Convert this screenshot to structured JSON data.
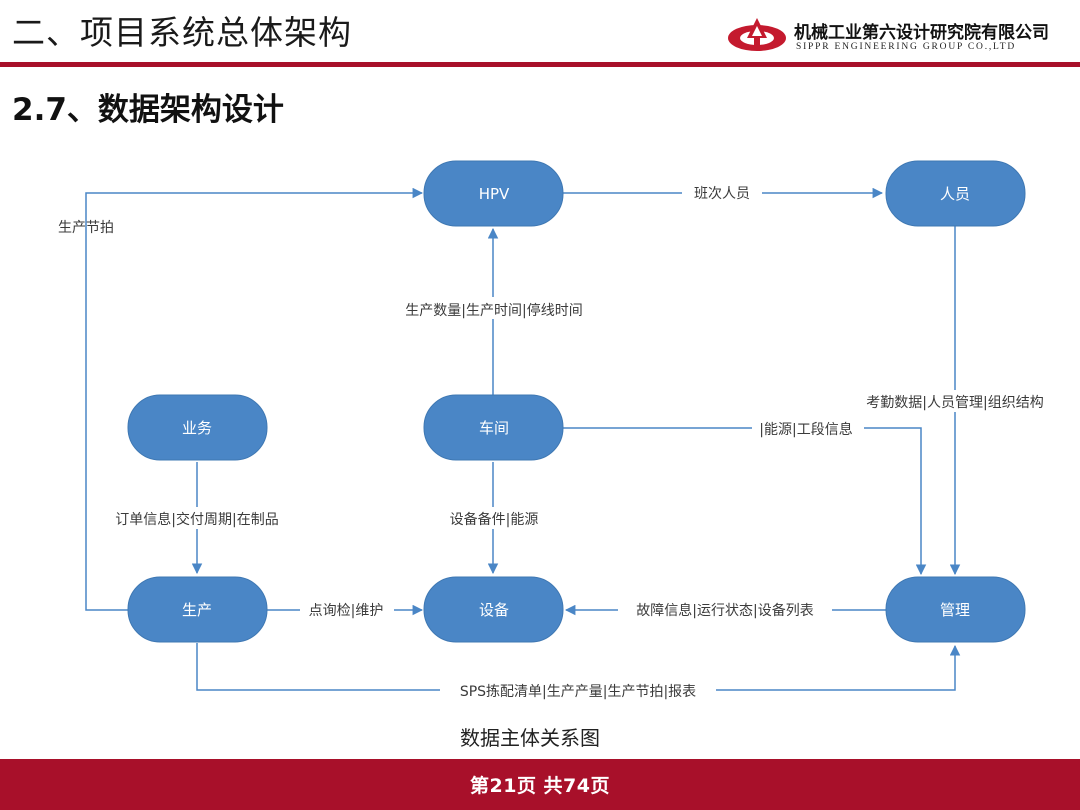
{
  "header": {
    "section_title": "二、项目系统总体架构",
    "company_name_cn": "机械工业第六设计研究院有限公司",
    "company_name_en": "SIPPR ENGINEERING GROUP CO.,LTD",
    "brand_color": "#a8102a"
  },
  "subtitle": "2.7、数据架构设计",
  "diagram": {
    "node_color": "#4a86c6",
    "nodes": {
      "hpv": "HPV",
      "personnel": "人员",
      "business": "业务",
      "workshop": "车间",
      "production": "生产",
      "equipment": "设备",
      "management": "管理"
    },
    "edges": {
      "production_rhythm": "生产节拍",
      "shift_personnel": "班次人员",
      "production_metrics": "生产数量|生产时间|停线时间",
      "attendance": "考勤数据|人员管理|组织结构",
      "energy_section": "|能源|工段信息",
      "order_info": "订单信息|交付周期|在制品",
      "equipment_energy": "设备备件|能源",
      "inspection": "点询检|维护",
      "fault_info": "故障信息|运行状态|设备列表",
      "sps_report": "SPS拣配清单|生产产量|生产节拍|报表"
    },
    "caption": "数据主体关系图"
  },
  "footer": {
    "page_number": "第21页 共74页"
  }
}
